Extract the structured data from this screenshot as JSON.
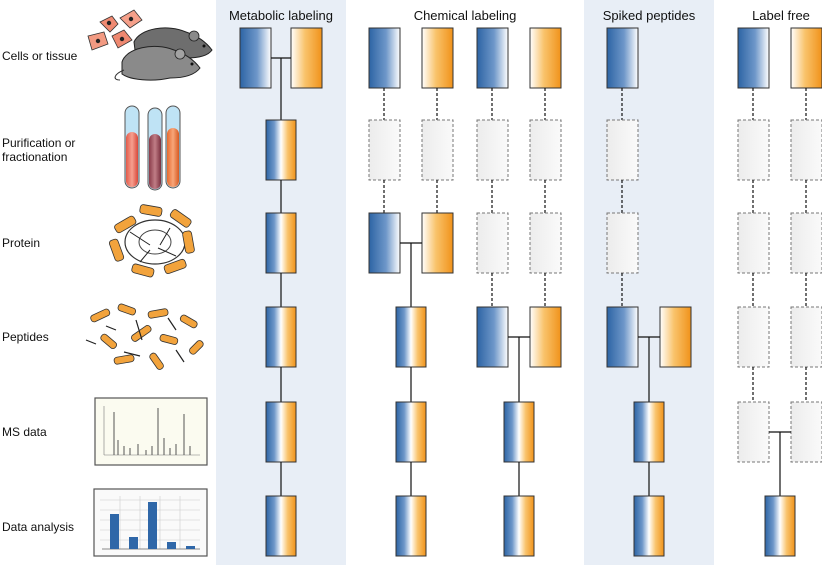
{
  "columns": {
    "metabolic": "Metabolic labeling",
    "chemical": "Chemical labeling",
    "spiked": "Spiked peptides",
    "labelfree": "Label free"
  },
  "rows": {
    "cells": "Cells or tissue",
    "purification_line1": "Purification or",
    "purification_line2": "fractionation",
    "protein": "Protein",
    "peptides": "Peptides",
    "ms": "MS data",
    "analysis": "Data analysis"
  },
  "colors": {
    "blue": "#2f67a8",
    "orange": "#f29a1f",
    "panel": "#e8eef6",
    "dashed_box": "#f2f2f2"
  },
  "icons": {
    "cells": "mice-and-cells-icon",
    "purification": "test-tubes-icon",
    "protein": "protein-ribbon-icon",
    "peptides": "peptide-fragments-icon",
    "ms": "mass-spectrum-icon",
    "analysis": "bar-chart-icon"
  }
}
